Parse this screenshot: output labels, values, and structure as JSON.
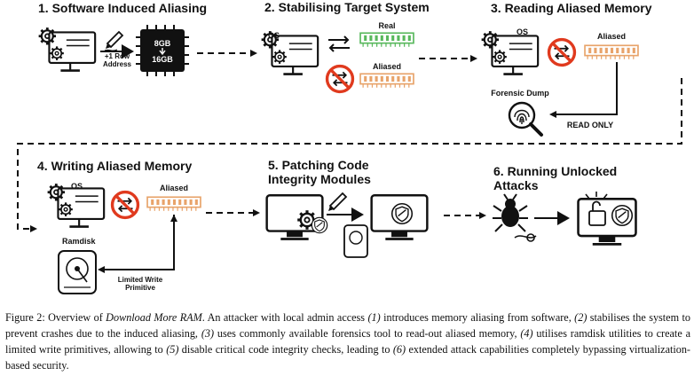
{
  "steps": {
    "s1": {
      "title": "1. Software Induced Aliasing",
      "arrow_label": "+1 Row Address",
      "arrow_label_line1": "+1 Row",
      "arrow_label_line2": "Address",
      "chip_top": "8GB",
      "chip_bottom": "16GB"
    },
    "s2": {
      "title": "2. Stabilising Target System",
      "os": "OS",
      "real": "Real",
      "aliased": "Aliased"
    },
    "s3": {
      "title": "3. Reading Aliased Memory",
      "os": "OS",
      "aliased": "Aliased",
      "forensic": "Forensic Dump",
      "read_only": "READ ONLY"
    },
    "s4": {
      "title": "4. Writing Aliased Memory",
      "os": "OS",
      "aliased": "Aliased",
      "ramdisk": "Ramdisk",
      "limited_write_line1": "Limited Write",
      "limited_write_line2": "Primitive"
    },
    "s5": {
      "title_line1": "5. Patching Code",
      "title_line2": "Integrity Modules"
    },
    "s6": {
      "title_line1": "6. Running Unlocked",
      "title_line2": "Attacks"
    }
  },
  "caption": {
    "figure_label": "Figure 2: Overview of ",
    "title_italic": "Download More RAM",
    "p1": ". An attacker with local admin access ",
    "n1": "(1)",
    "p2": " introduces memory aliasing from software, ",
    "n2": "(2)",
    "p3": " stabilises the system to prevent crashes due to the induced aliasing, ",
    "n3": "(3)",
    "p4": " uses commonly available forensics tool to read-out aliased memory, ",
    "n4": "(4)",
    "p5": " utilises ramdisk utilities to create a limited write primitives, allowing to ",
    "n5": "(5)",
    "p6": " disable critical code integrity checks, leading to ",
    "n6": "(6)",
    "p7": " extended attack capabilities completely bypassing virtualization-based security."
  },
  "colors": {
    "ink": "#111111",
    "real_ram": "#58b85c",
    "aliased_ram": "#e8a36a",
    "chip": "#111111",
    "forbidden": "#e03a1e"
  }
}
